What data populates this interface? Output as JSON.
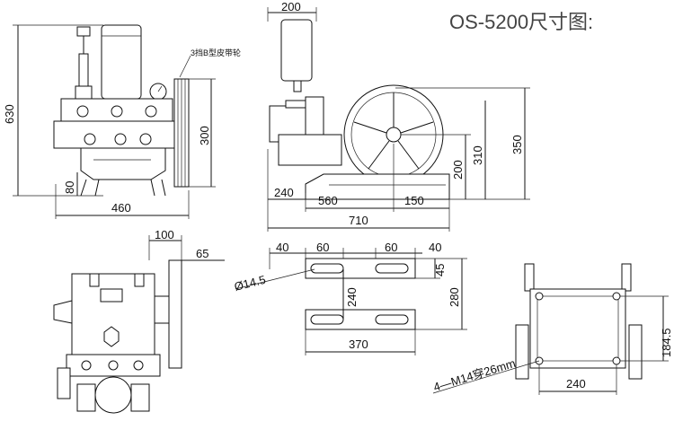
{
  "title": "OS-5200尺寸图:",
  "side_view_left": {
    "height_total": "630",
    "height_pulley": "300",
    "height_base": "80",
    "width_total": "460",
    "belt_note": "3挡B型皮带轮"
  },
  "side_view_right": {
    "width_top": "200",
    "height_350": "350",
    "height_310": "310",
    "height_200": "200",
    "offset_240": "240",
    "length_560": "560",
    "length_150": "150",
    "length_710": "710"
  },
  "top_view": {
    "dim_100": "100",
    "dim_65": "65"
  },
  "base_plan": {
    "dim_40_left": "40",
    "dim_60_left": "60",
    "dim_60_right": "60",
    "dim_40_right": "40",
    "hole_dia": "Ø14.5",
    "dim_45": "45",
    "dim_240": "240",
    "dim_280": "280",
    "dim_370": "370"
  },
  "frame_view": {
    "dim_184_5": "184.5",
    "dim_240": "240",
    "bolt_note": "4—M14穿26mm"
  }
}
